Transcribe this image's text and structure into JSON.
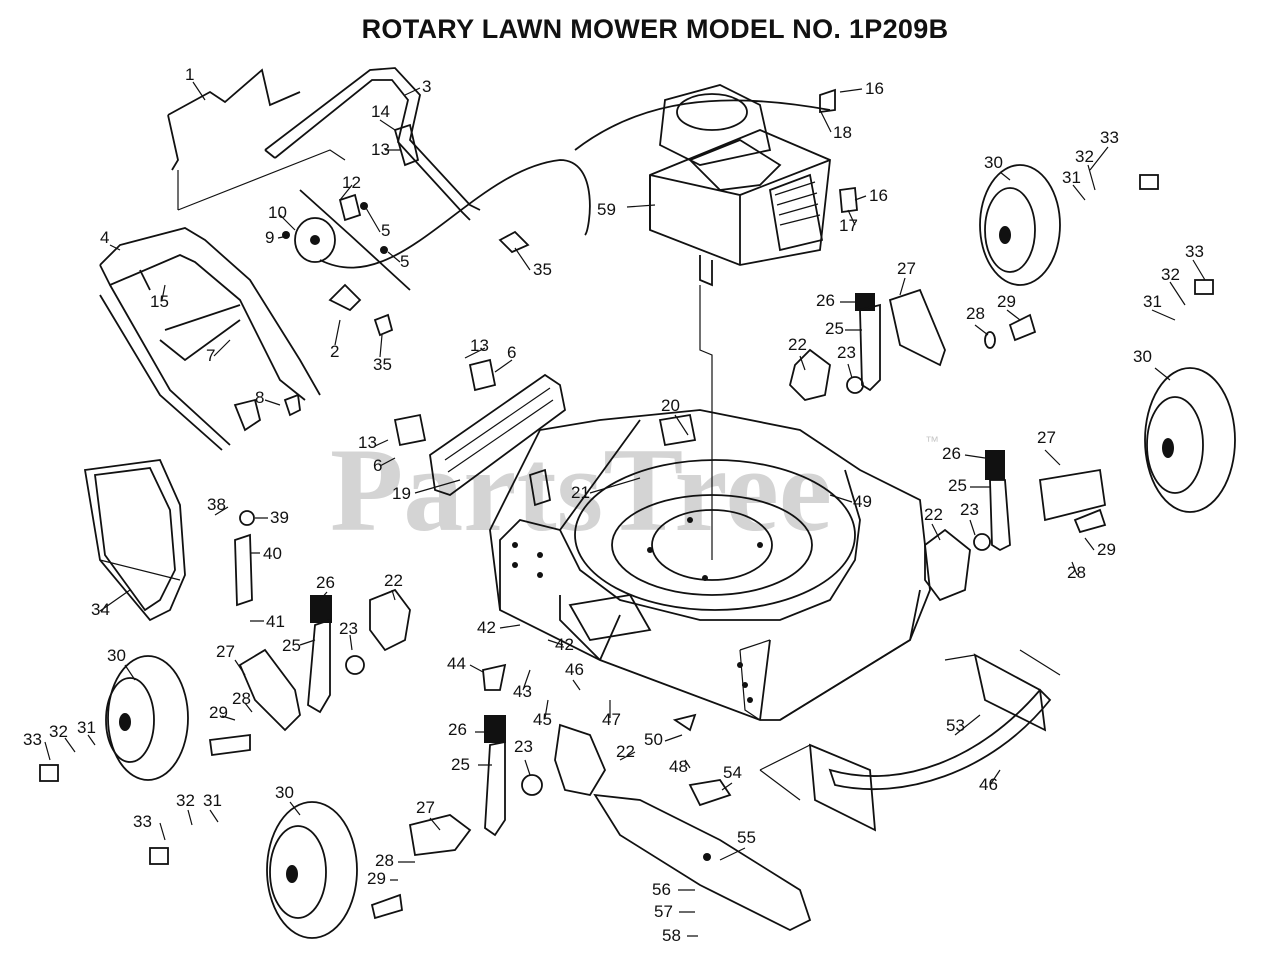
{
  "title": "ROTARY LAWN MOWER MODEL NO. 1P209B",
  "watermark": {
    "text": "PartsTree",
    "tm": "™"
  },
  "labels": [
    {
      "id": "l1",
      "text": "1"
    },
    {
      "id": "l3",
      "text": "3"
    },
    {
      "id": "l14",
      "text": "14"
    },
    {
      "id": "l13a",
      "text": "13"
    },
    {
      "id": "l12",
      "text": "12"
    },
    {
      "id": "l10",
      "text": "10"
    },
    {
      "id": "l9",
      "text": "9"
    },
    {
      "id": "l5a",
      "text": "5"
    },
    {
      "id": "l5b",
      "text": "5"
    },
    {
      "id": "l4",
      "text": "4"
    },
    {
      "id": "l15",
      "text": "15"
    },
    {
      "id": "l7",
      "text": "7"
    },
    {
      "id": "l2",
      "text": "2"
    },
    {
      "id": "l35a",
      "text": "35"
    },
    {
      "id": "l35b",
      "text": "35"
    },
    {
      "id": "l8",
      "text": "8"
    },
    {
      "id": "l16a",
      "text": "16"
    },
    {
      "id": "l18",
      "text": "18"
    },
    {
      "id": "l16b",
      "text": "16"
    },
    {
      "id": "l17",
      "text": "17"
    },
    {
      "id": "l59",
      "text": "59"
    },
    {
      "id": "l30a",
      "text": "30"
    },
    {
      "id": "l33a",
      "text": "33"
    },
    {
      "id": "l32a",
      "text": "32"
    },
    {
      "id": "l31a",
      "text": "31"
    },
    {
      "id": "l27a",
      "text": "27"
    },
    {
      "id": "l26a",
      "text": "26"
    },
    {
      "id": "l25a",
      "text": "25"
    },
    {
      "id": "l28a",
      "text": "28"
    },
    {
      "id": "l29a",
      "text": "29"
    },
    {
      "id": "l22a",
      "text": "22"
    },
    {
      "id": "l23a",
      "text": "23"
    },
    {
      "id": "l33b",
      "text": "33"
    },
    {
      "id": "l32b",
      "text": "32"
    },
    {
      "id": "l31b",
      "text": "31"
    },
    {
      "id": "l30b",
      "text": "30"
    },
    {
      "id": "l13b",
      "text": "13"
    },
    {
      "id": "l6a",
      "text": "6"
    },
    {
      "id": "l20",
      "text": "20"
    },
    {
      "id": "l13c",
      "text": "13"
    },
    {
      "id": "l6b",
      "text": "6"
    },
    {
      "id": "l19",
      "text": "19"
    },
    {
      "id": "l21",
      "text": "21"
    },
    {
      "id": "l49",
      "text": "49"
    },
    {
      "id": "l26b",
      "text": "26"
    },
    {
      "id": "l27b",
      "text": "27"
    },
    {
      "id": "l25b",
      "text": "25"
    },
    {
      "id": "l22b",
      "text": "22"
    },
    {
      "id": "l23b",
      "text": "23"
    },
    {
      "id": "l29b",
      "text": "29"
    },
    {
      "id": "l28b",
      "text": "28"
    },
    {
      "id": "l38",
      "text": "38"
    },
    {
      "id": "l39",
      "text": "39"
    },
    {
      "id": "l40",
      "text": "40"
    },
    {
      "id": "l34",
      "text": "34"
    },
    {
      "id": "l41",
      "text": "41"
    },
    {
      "id": "l26c",
      "text": "26"
    },
    {
      "id": "l22c",
      "text": "22"
    },
    {
      "id": "l25c",
      "text": "25"
    },
    {
      "id": "l23c",
      "text": "23"
    },
    {
      "id": "l30c",
      "text": "30"
    },
    {
      "id": "l27c",
      "text": "27"
    },
    {
      "id": "l28c",
      "text": "28"
    },
    {
      "id": "l29c",
      "text": "29"
    },
    {
      "id": "l33c",
      "text": "33"
    },
    {
      "id": "l32c",
      "text": "32"
    },
    {
      "id": "l31c",
      "text": "31"
    },
    {
      "id": "l42a",
      "text": "42"
    },
    {
      "id": "l42b",
      "text": "42"
    },
    {
      "id": "l44",
      "text": "44"
    },
    {
      "id": "l43",
      "text": "43"
    },
    {
      "id": "l46a",
      "text": "46"
    },
    {
      "id": "l45",
      "text": "45"
    },
    {
      "id": "l47",
      "text": "47"
    },
    {
      "id": "l26d",
      "text": "26"
    },
    {
      "id": "l25d",
      "text": "25"
    },
    {
      "id": "l23d",
      "text": "23"
    },
    {
      "id": "l22d",
      "text": "22"
    },
    {
      "id": "l50",
      "text": "50"
    },
    {
      "id": "l48",
      "text": "48"
    },
    {
      "id": "l54",
      "text": "54"
    },
    {
      "id": "l53",
      "text": "53"
    },
    {
      "id": "l46b",
      "text": "46"
    },
    {
      "id": "l33d",
      "text": "33"
    },
    {
      "id": "l32d",
      "text": "32"
    },
    {
      "id": "l31d",
      "text": "31"
    },
    {
      "id": "l30d",
      "text": "30"
    },
    {
      "id": "l27d",
      "text": "27"
    },
    {
      "id": "l28d",
      "text": "28"
    },
    {
      "id": "l29d",
      "text": "29"
    },
    {
      "id": "l55",
      "text": "55"
    },
    {
      "id": "l56",
      "text": "56"
    },
    {
      "id": "l57",
      "text": "57"
    },
    {
      "id": "l58",
      "text": "58"
    }
  ]
}
